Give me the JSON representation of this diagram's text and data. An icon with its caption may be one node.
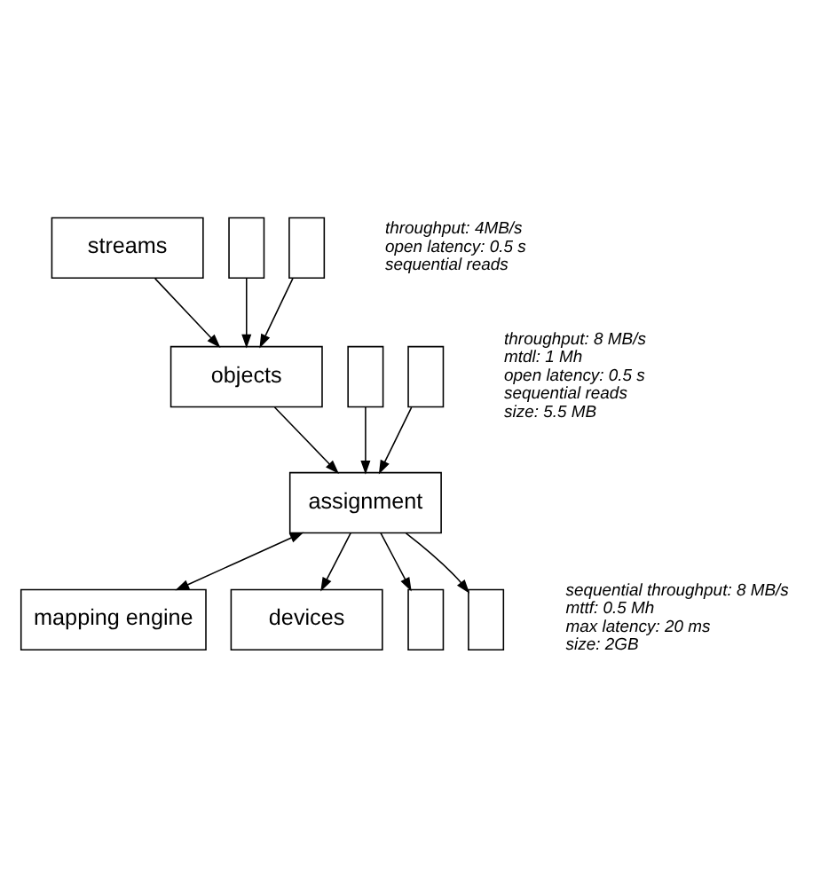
{
  "diagram": {
    "nodes": [
      {
        "text": [
          "streams"
        ],
        "beside": [
          "throughput: 4MB/s",
          "open latency: 0.5 s",
          "sequential reads"
        ]
      },
      {
        "text": [],
        "shape": "box"
      },
      {
        "text": [],
        "shape": "box"
      },
      {
        "text": [
          "objects"
        ],
        "beside": [
          "throughput: 8 MB/s",
          "mtdl: 1 Mh",
          "open latency: 0.5 s",
          "sequential reads",
          "size: 5.5 MB"
        ]
      },
      {
        "text": [],
        "shape": "box"
      },
      {
        "text": [],
        "shape": "box"
      },
      {
        "text": [
          "assignment"
        ]
      },
      {
        "text": [
          "mapping engine"
        ]
      },
      {
        "text": [
          "devices"
        ],
        "beside": [
          "sequential throughput: 8 MB/s",
          "mttf: 0.5 Mh",
          "max latency: 20 ms",
          "size: 2GB"
        ]
      },
      {
        "text": [],
        "shape": "box"
      },
      {
        "text": [],
        "shape": "box"
      }
    ],
    "edges": [
      {
        "from": 0,
        "to": 3,
        "arrow": "to"
      },
      {
        "from": 1,
        "to": 3,
        "arrow": "to"
      },
      {
        "from": 2,
        "to": 3,
        "arrow": "to"
      },
      {
        "from": 3,
        "to": 6,
        "arrow": "to"
      },
      {
        "from": 4,
        "to": 6,
        "arrow": "to"
      },
      {
        "from": 5,
        "to": 6,
        "arrow": "to"
      },
      {
        "from": 6,
        "to": 8,
        "arrow": "to"
      },
      {
        "from": 6,
        "to": 9,
        "arrow": "to"
      },
      {
        "from": 6,
        "to": 10,
        "arrow": "to"
      },
      {
        "from": 6,
        "to": 7,
        "arrow": "both"
      }
    ]
  }
}
